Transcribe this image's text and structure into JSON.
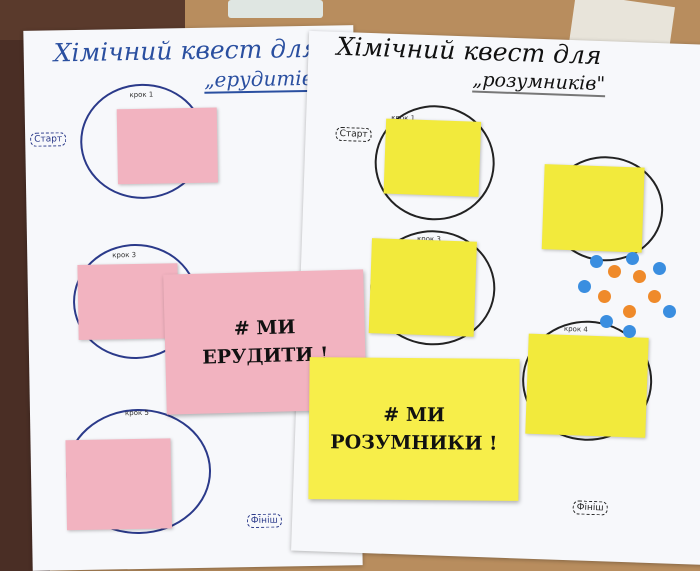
{
  "posters": {
    "left": {
      "title_line1": "Хімічний квест для",
      "title_line2": "„ерудитів\"",
      "start": "Старт",
      "finish": "Фініш",
      "steps": [
        "крок 1",
        "крок 3",
        "крок 5"
      ]
    },
    "right": {
      "title_line1": "Хімічний квест для",
      "title_line2": "„розумників\"",
      "start": "Старт",
      "finish": "Фініш",
      "steps": [
        "крок 1",
        "крок 3",
        "крок 4"
      ]
    }
  },
  "cards": {
    "pink": {
      "line1": "# МИ",
      "line2": "ЕРУДИТИ !",
      "color": "#f2b3c0"
    },
    "yellow": {
      "line1": "# МИ",
      "line2": "РОЗУМНИКИ !",
      "color": "#f7ee4a"
    }
  }
}
